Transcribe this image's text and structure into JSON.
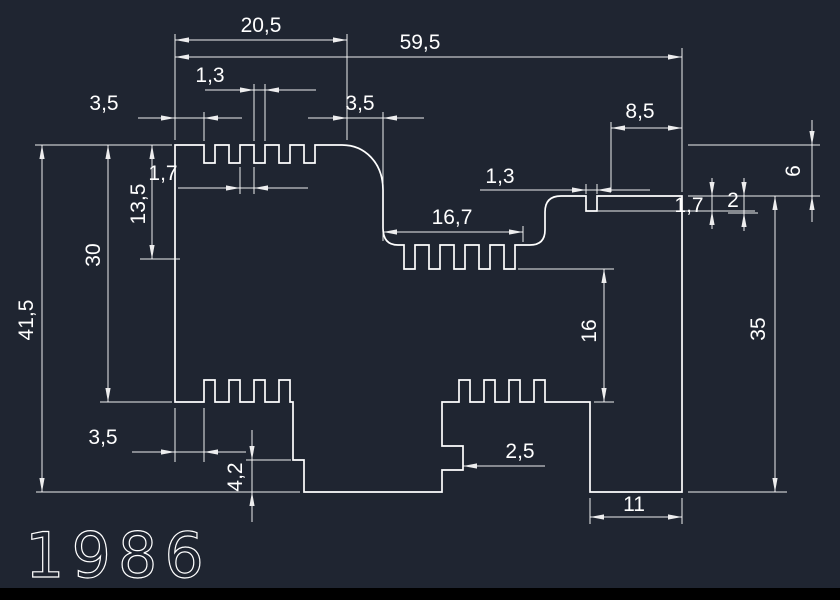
{
  "drawing": {
    "number": "1986",
    "dims": {
      "top_width": "20,5",
      "overall_width": "59,5",
      "tooth_width_top": "1,3",
      "edge_offset_top_left": "3,5",
      "step_width_top": "3,5",
      "shelf_width_top_right": "8,5",
      "drop_top_right": "6",
      "tooth_gap_top_left": "1,7",
      "depth_to_mid_shelf": "13,5",
      "notch_width_right": "1,3",
      "mid_shelf_width": "16,7",
      "notch_depth_right": "1,7",
      "wall_thickness_right": "2",
      "depth_left_wall": "30",
      "overall_height": "41,5",
      "edge_offset_bottom_left": "3,5",
      "step_height_bottom": "4,2",
      "notch_width_bottom": "2,5",
      "foot_width_right": "11",
      "mid_height_right": "16",
      "height_right": "35"
    }
  },
  "colors": {
    "bg": "#1f2531",
    "line": "#ffffff",
    "footer": "#000000"
  }
}
